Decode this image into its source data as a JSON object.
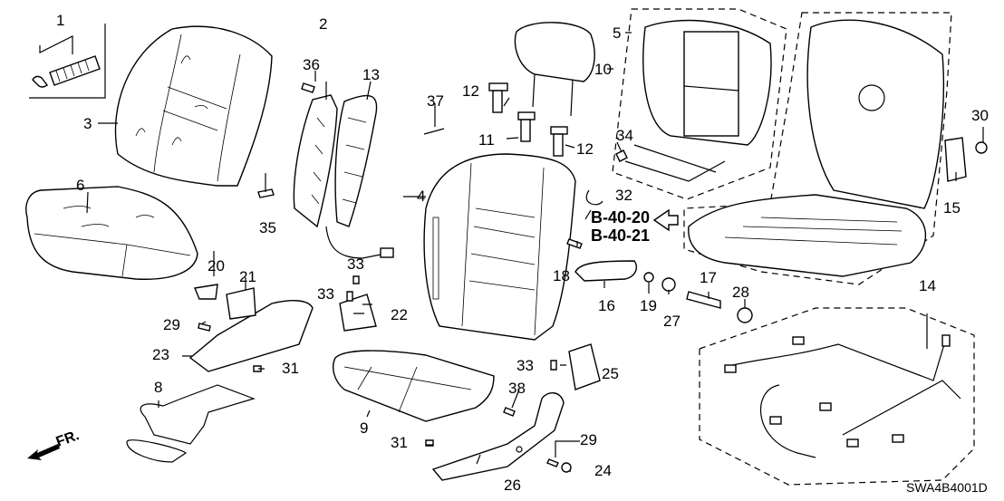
{
  "diagram": {
    "title_code": "SWA4B4001D",
    "front_indicator": "FR.",
    "references": [
      "B-40-20",
      "B-40-21"
    ],
    "callouts": {
      "c1": "1",
      "c2": "2",
      "c3": "3",
      "c4": "4",
      "c5": "5",
      "c6": "6",
      "c8": "8",
      "c9": "9",
      "c10": "10",
      "c11": "11",
      "c12a": "12",
      "c12b": "12",
      "c13": "13",
      "c14": "14",
      "c15": "15",
      "c16": "16",
      "c17": "17",
      "c18": "18",
      "c19": "19",
      "c20": "20",
      "c21": "21",
      "c22": "22",
      "c23": "23",
      "c24": "24",
      "c25": "25",
      "c26": "26",
      "c27": "27",
      "c28": "28",
      "c29a": "29",
      "c29b": "29",
      "c30": "30",
      "c31a": "31",
      "c31b": "31",
      "c32": "32",
      "c33a": "33",
      "c33b": "33",
      "c33c": "33",
      "c34": "34",
      "c35": "35",
      "c36": "36",
      "c37": "37",
      "c38": "38"
    }
  }
}
